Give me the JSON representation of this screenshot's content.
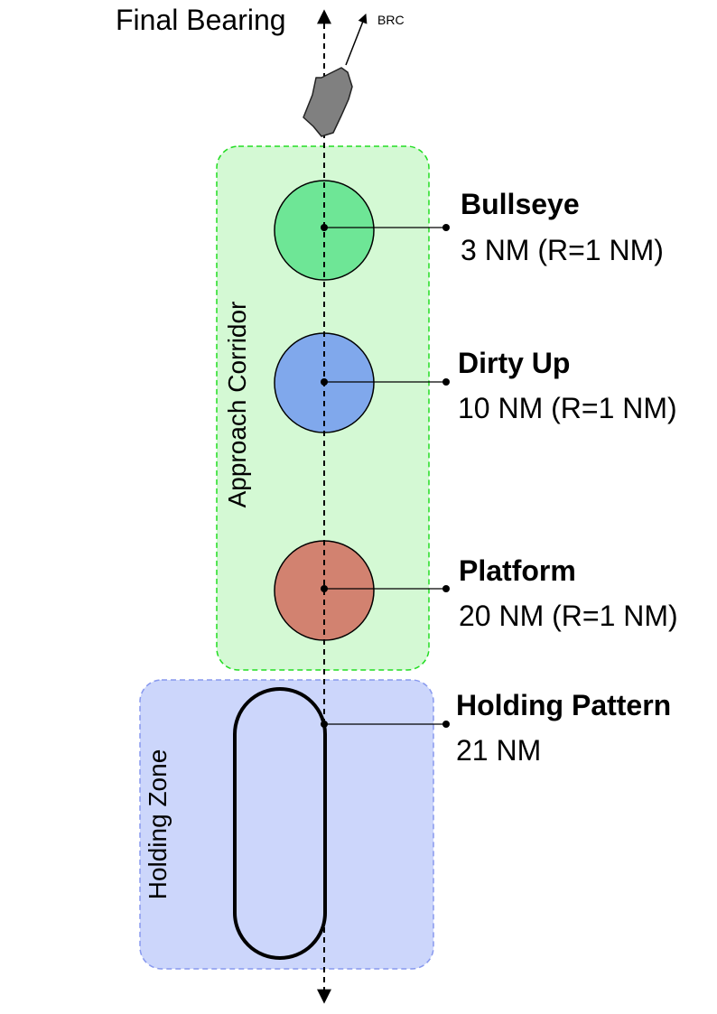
{
  "title": "Final Bearing",
  "brc_label": "BRC",
  "zones": {
    "approach": {
      "label": "Approach Corridor",
      "fill": "#d4f9d4",
      "stroke": "#22dd22"
    },
    "holding": {
      "label": "Holding Zone",
      "fill": "#ccd6fb",
      "stroke": "#8899ee"
    }
  },
  "waypoints": [
    {
      "name": "Bullseye",
      "detail": "3 NM (R=1 NM)",
      "color": "#6ee696"
    },
    {
      "name": "Dirty Up",
      "detail": "10 NM (R=1 NM)",
      "color": "#80a8ec"
    },
    {
      "name": "Platform",
      "detail": "20 NM (R=1 NM)",
      "color": "#d28270"
    }
  ],
  "holding_pattern": {
    "name": "Holding Pattern",
    "detail": "21 NM"
  },
  "icons": {
    "ship": "carrier-ship-icon",
    "brc_arrow": "brc-arrow-icon"
  }
}
